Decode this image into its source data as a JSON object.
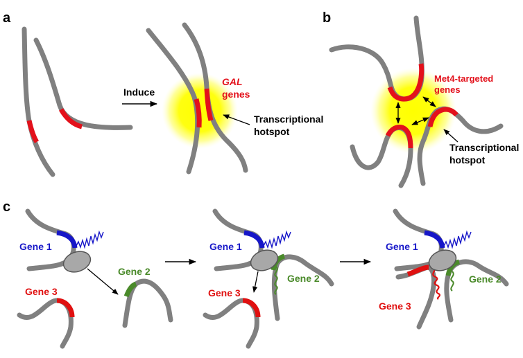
{
  "panels": {
    "a": {
      "letter": "a",
      "arrow_label": "Induce",
      "gene_label_italic": "GAL",
      "gene_label_rest": "genes",
      "hotspot_label_line1": "Transcriptional",
      "hotspot_label_line2": "hotspot"
    },
    "b": {
      "letter": "b",
      "gene_label_line1": "Met4-targeted",
      "gene_label_line2": "genes",
      "hotspot_label_line1": "Transcriptional",
      "hotspot_label_line2": "hotspot"
    },
    "c": {
      "letter": "c",
      "gene1": "Gene 1",
      "gene2": "Gene 2",
      "gene3": "Gene 3"
    }
  },
  "colors": {
    "chromatin": "#808080",
    "gal_gene": "#e3111b",
    "gene1": "#1616c8",
    "gene2": "#4a8a2a",
    "gene3": "#e01010",
    "hotspot": "#ffff00",
    "polymerase": "#a8a8a8",
    "text": "#000000"
  }
}
